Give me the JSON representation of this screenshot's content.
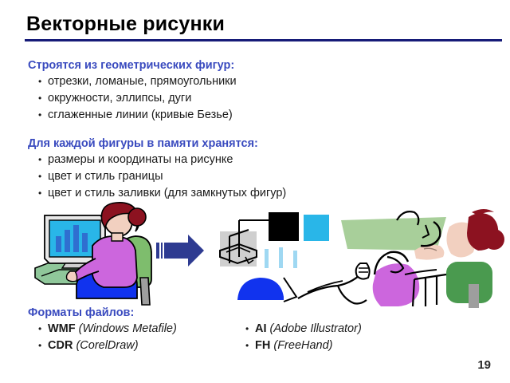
{
  "slide": {
    "title": "Векторные рисунки",
    "page_number": "19",
    "accent_rule_color": "#161b78",
    "heading_color": "#3a4bbf",
    "body_color": "#1a1a1a"
  },
  "sections": [
    {
      "id": "geometry",
      "heading": "Строятся из геометрических фигур:",
      "bullets": [
        "отрезки, ломаные, прямоугольники",
        "окружности, эллипсы, дуги",
        "сглаженные линии (кривые Безье)"
      ]
    },
    {
      "id": "memory",
      "heading": "Для каждой фигуры в памяти хранятся:",
      "bullets": [
        "размеры и координаты на рисунке",
        "цвет и стиль границы",
        "цвет и стиль заливки (для замкнутых фигур)"
      ]
    }
  ],
  "formats": {
    "heading": "Форматы файлов:",
    "left_column": [
      {
        "abbr": "WMF",
        "full": "(Windows Metafile)"
      },
      {
        "abbr": "CDR",
        "full": "(CorelDraw)"
      }
    ],
    "right_column": [
      {
        "abbr": "AI",
        "full": "(Adobe Illustrator)"
      },
      {
        "abbr": "FH",
        "full": "(FreeHand)"
      }
    ]
  },
  "illustration": {
    "left_clipart_name": "woman-at-computer-raster-clipart",
    "arrow_name": "blue-right-arrow",
    "right_clipart_name": "woman-at-computer-vector-shapes",
    "colors": {
      "arrow": "#2e3b91",
      "screen": "#29b6e8",
      "screen_bars": "#2f6fd0",
      "shirt": "#cc66dd",
      "skirt": "#1133ee",
      "hair": "#8c1220",
      "skin": "#f2d0c0",
      "chair": "#7ebd6d",
      "desk": "#8fc79a",
      "gray_shape": "#cfcfcf",
      "green_panel": "#a8cf9a",
      "cyan_square": "#29b6e8",
      "black_square": "#000000"
    }
  }
}
